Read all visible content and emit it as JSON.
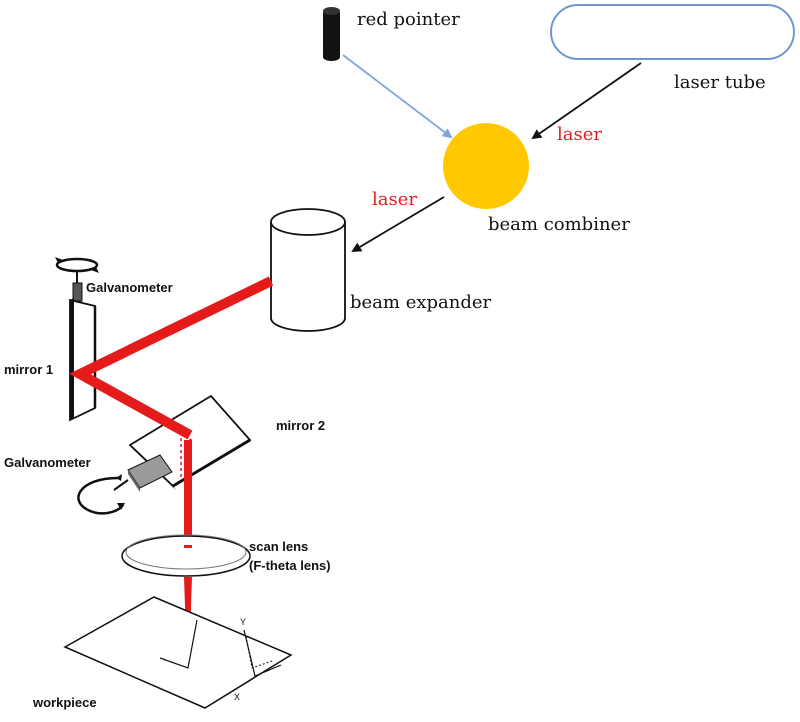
{
  "labels": {
    "red_pointer": "red pointer",
    "laser_tube": "laser tube",
    "laser_1": "laser",
    "laser_2": "laser",
    "beam_combiner": "beam combiner",
    "beam_expander": "beam expander",
    "galvanometer_1": "Galvanometer",
    "galvanometer_2": "Galvanometer",
    "mirror_1": "mirror 1",
    "mirror_2": "mirror 2",
    "scan_lens_line1": "scan lens",
    "scan_lens_line2": "(F-theta lens)",
    "workpiece": "workpiece",
    "axis_y": "Y",
    "axis_x": "X"
  },
  "colors": {
    "laser_beam": "#e51b1b",
    "combiner_fill": "#ffc800",
    "pointer_arrow": "#7fa6d6",
    "laser_label": "#e21d1d",
    "tube_stroke": "#6f96cf"
  }
}
